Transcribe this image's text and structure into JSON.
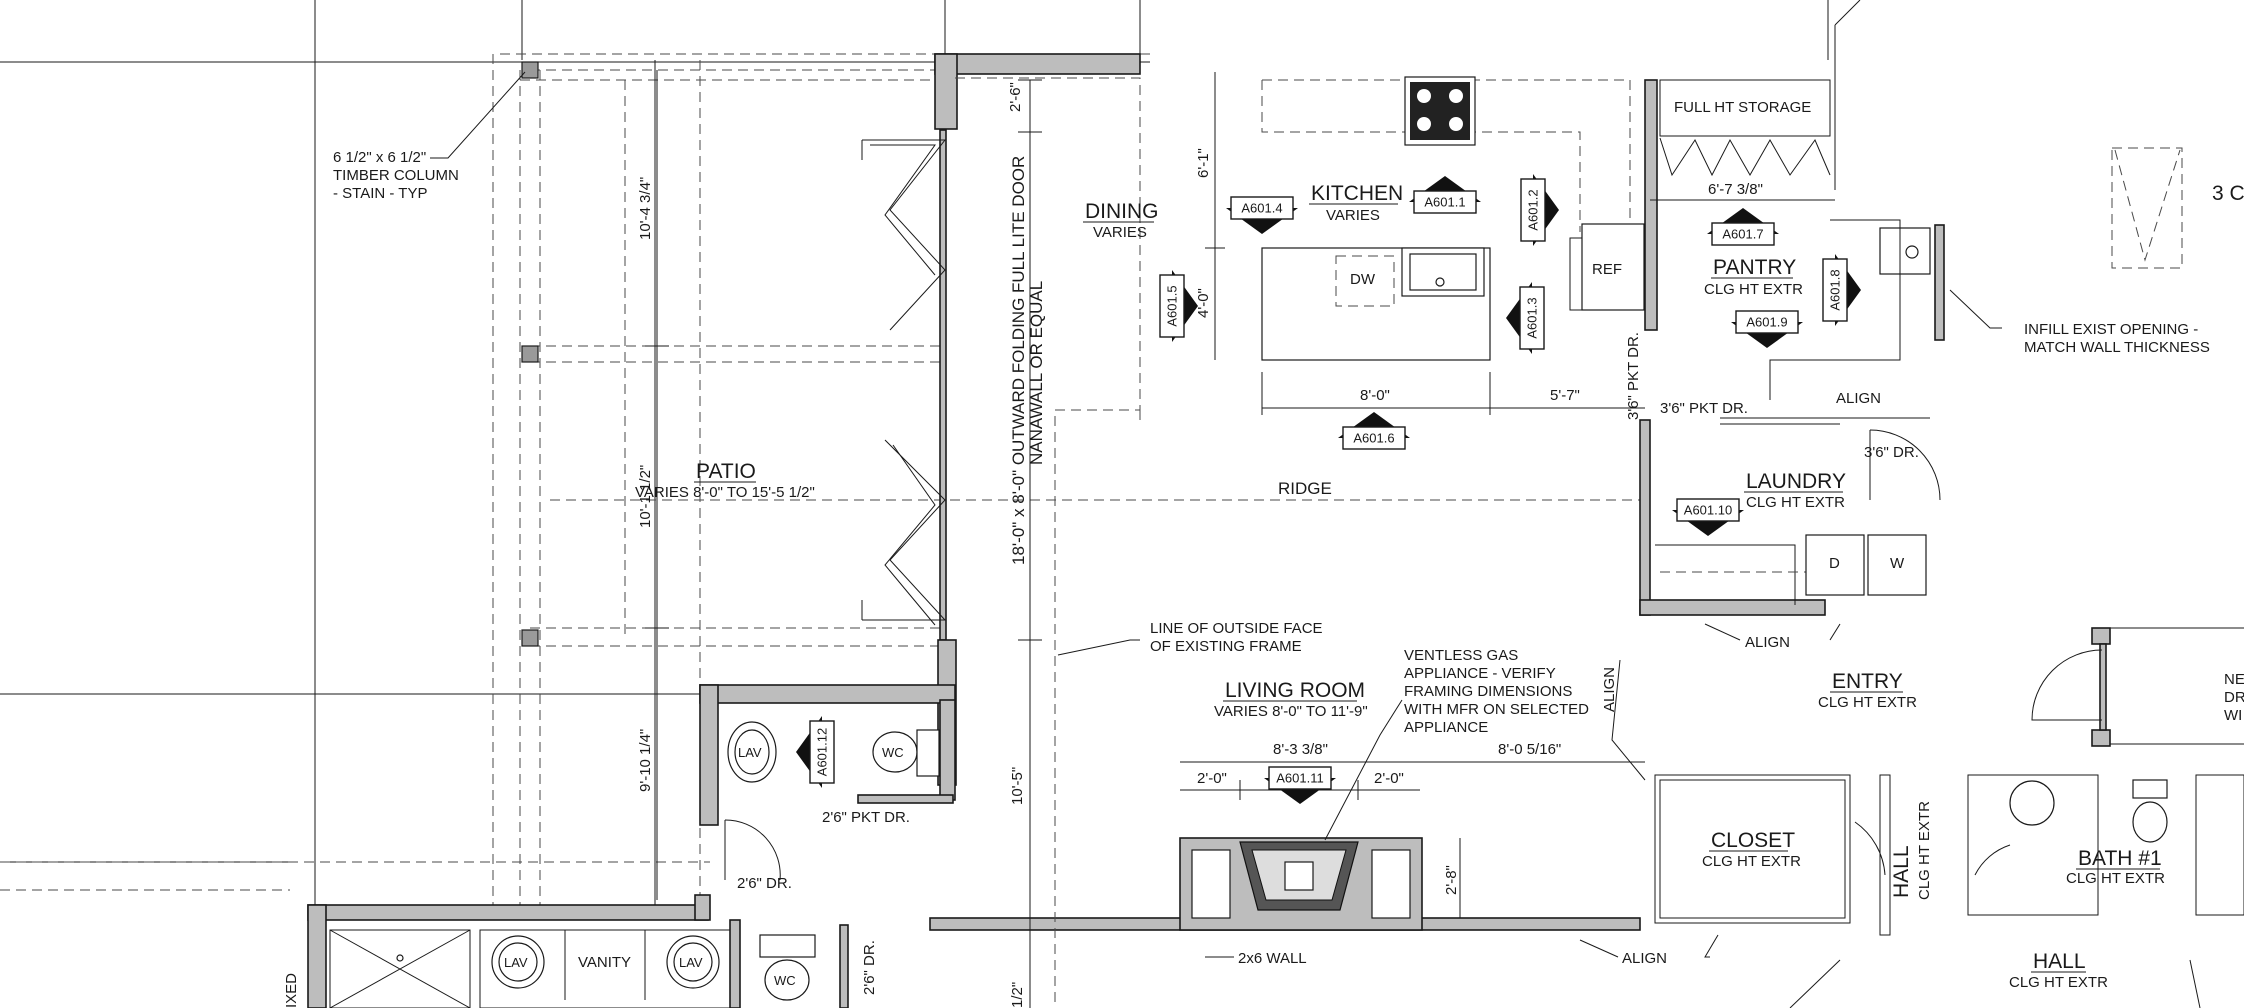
{
  "rooms": {
    "patio": {
      "name": "PATIO",
      "sub": "VARIES 8'-0\" TO 15'-5 1/2\""
    },
    "dining": {
      "name": "DINING",
      "sub": "VARIES"
    },
    "kitchen": {
      "name": "KITCHEN",
      "sub": "VARIES"
    },
    "pantry": {
      "name": "PANTRY",
      "sub": "CLG HT EXTR"
    },
    "laundry": {
      "name": "LAUNDRY",
      "sub": "CLG HT EXTR"
    },
    "living": {
      "name": "LIVING ROOM",
      "sub": "VARIES 8'-0\" TO 11'-9\""
    },
    "entry": {
      "name": "ENTRY",
      "sub": "CLG HT EXTR"
    },
    "closet": {
      "name": "CLOSET",
      "sub": "CLG HT EXTR"
    },
    "bath1": {
      "name": "BATH #1",
      "sub": "CLG HT EXTR"
    },
    "hall_low": {
      "name": "HALL",
      "sub": "CLG HT EXTR"
    },
    "hall_vert": {
      "name": "HALL",
      "sub": "CLG HT EXTR"
    }
  },
  "notes": {
    "timber_1": "6 1/2\" x 6 1/2\"",
    "timber_2": "TIMBER COLUMN",
    "timber_3": "- STAIN - TYP",
    "door_1": "18'-0\" x 8'-0\" OUTWARD FOLDING FULL LITE DOOR",
    "door_2": "NANAWALL OR EQUAL",
    "line_face_1": "LINE OF OUTSIDE FACE",
    "line_face_2": "OF EXISTING FRAME",
    "vent_1": "VENTLESS GAS",
    "vent_2": "APPLIANCE - VERIFY",
    "vent_3": "FRAMING DIMENSIONS",
    "vent_4": "WITH MFR ON SELECTED",
    "vent_5": "APPLIANCE",
    "infill_1": "INFILL EXIST OPENING -",
    "infill_2": "MATCH WALL THICKNESS",
    "full_ht_storage": "FULL HT STORAGE",
    "ridge": "RIDGE",
    "wall_2x6": "2x6 WALL",
    "align": "ALIGN",
    "dr_pantry": "3'6\" PKT DR.",
    "dr_laundry": "3'6\" PKT DR.",
    "dr_right": "3'6\" DR.",
    "dr_bath": "2'6\" PKT DR.",
    "dr_small": "2'6\" DR.",
    "dr_vertical": "2'6\" DR.",
    "edge_right_1": "3 C",
    "edge_right_2": "NE",
    "edge_right_3": "DR",
    "edge_right_4": "WI",
    "edge_left": "IXED"
  },
  "fixtures": {
    "dw": "DW",
    "ref": "REF",
    "d": "D",
    "w": "W",
    "lav": "LAV",
    "wc": "WC",
    "vanity": "VANITY"
  },
  "dimensions": {
    "d_2_6": "2'-6\"",
    "d_6_1": "6'-1\"",
    "d_4_0": "4'-0\"",
    "d_8_0": "8'-0\"",
    "d_5_7": "5'-7\"",
    "d_6_7_38": "6'-7 3/8\"",
    "d_10_4_34": "10'-4 3/4\"",
    "d_10_1_12": "10'-1 1/2\"",
    "d_9_10_14": "9'-10 1/4\"",
    "d_10_5": "10'-5\"",
    "d_8_3_38": "8'-3 3/8\"",
    "d_2_0a": "2'-0\"",
    "d_2_0b": "2'-0\"",
    "d_8_0_516": "8'-0 5/16\"",
    "d_2_8": "2'-8\"",
    "d_bottom": "1/2\""
  },
  "elevation_tags": [
    {
      "label": "A601.1",
      "dir": "up"
    },
    {
      "label": "A601.2",
      "dir": "right"
    },
    {
      "label": "A601.3",
      "dir": "left"
    },
    {
      "label": "A601.4",
      "dir": "down"
    },
    {
      "label": "A601.5",
      "dir": "right"
    },
    {
      "label": "A601.6",
      "dir": "up"
    },
    {
      "label": "A601.7",
      "dir": "up"
    },
    {
      "label": "A601.8",
      "dir": "right"
    },
    {
      "label": "A601.9",
      "dir": "down"
    },
    {
      "label": "A601.10",
      "dir": "down"
    },
    {
      "label": "A601.11",
      "dir": "down"
    },
    {
      "label": "A601.12",
      "dir": "left"
    }
  ]
}
